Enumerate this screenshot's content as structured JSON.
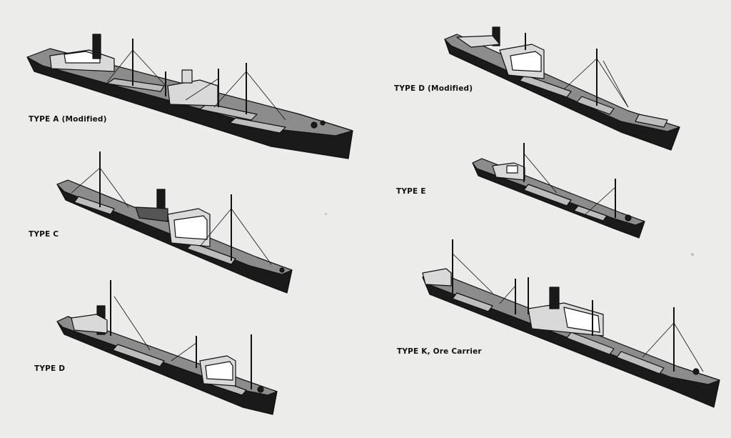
{
  "ships": [
    {
      "id": "type-a-modified",
      "label": "TYPE A (Modified)"
    },
    {
      "id": "type-d-modified",
      "label": "TYPE D (Modified)"
    },
    {
      "id": "type-c",
      "label": "TYPE C"
    },
    {
      "id": "type-e",
      "label": "TYPE E"
    },
    {
      "id": "type-d",
      "label": "TYPE D"
    },
    {
      "id": "type-k",
      "label": "TYPE K, Ore Carrier"
    }
  ],
  "colors": {
    "background": "#ececea",
    "hull": "#1a1a1a",
    "deck": "#8c8c8c",
    "superstructure": "#d9d9d9",
    "ink": "#111111"
  }
}
